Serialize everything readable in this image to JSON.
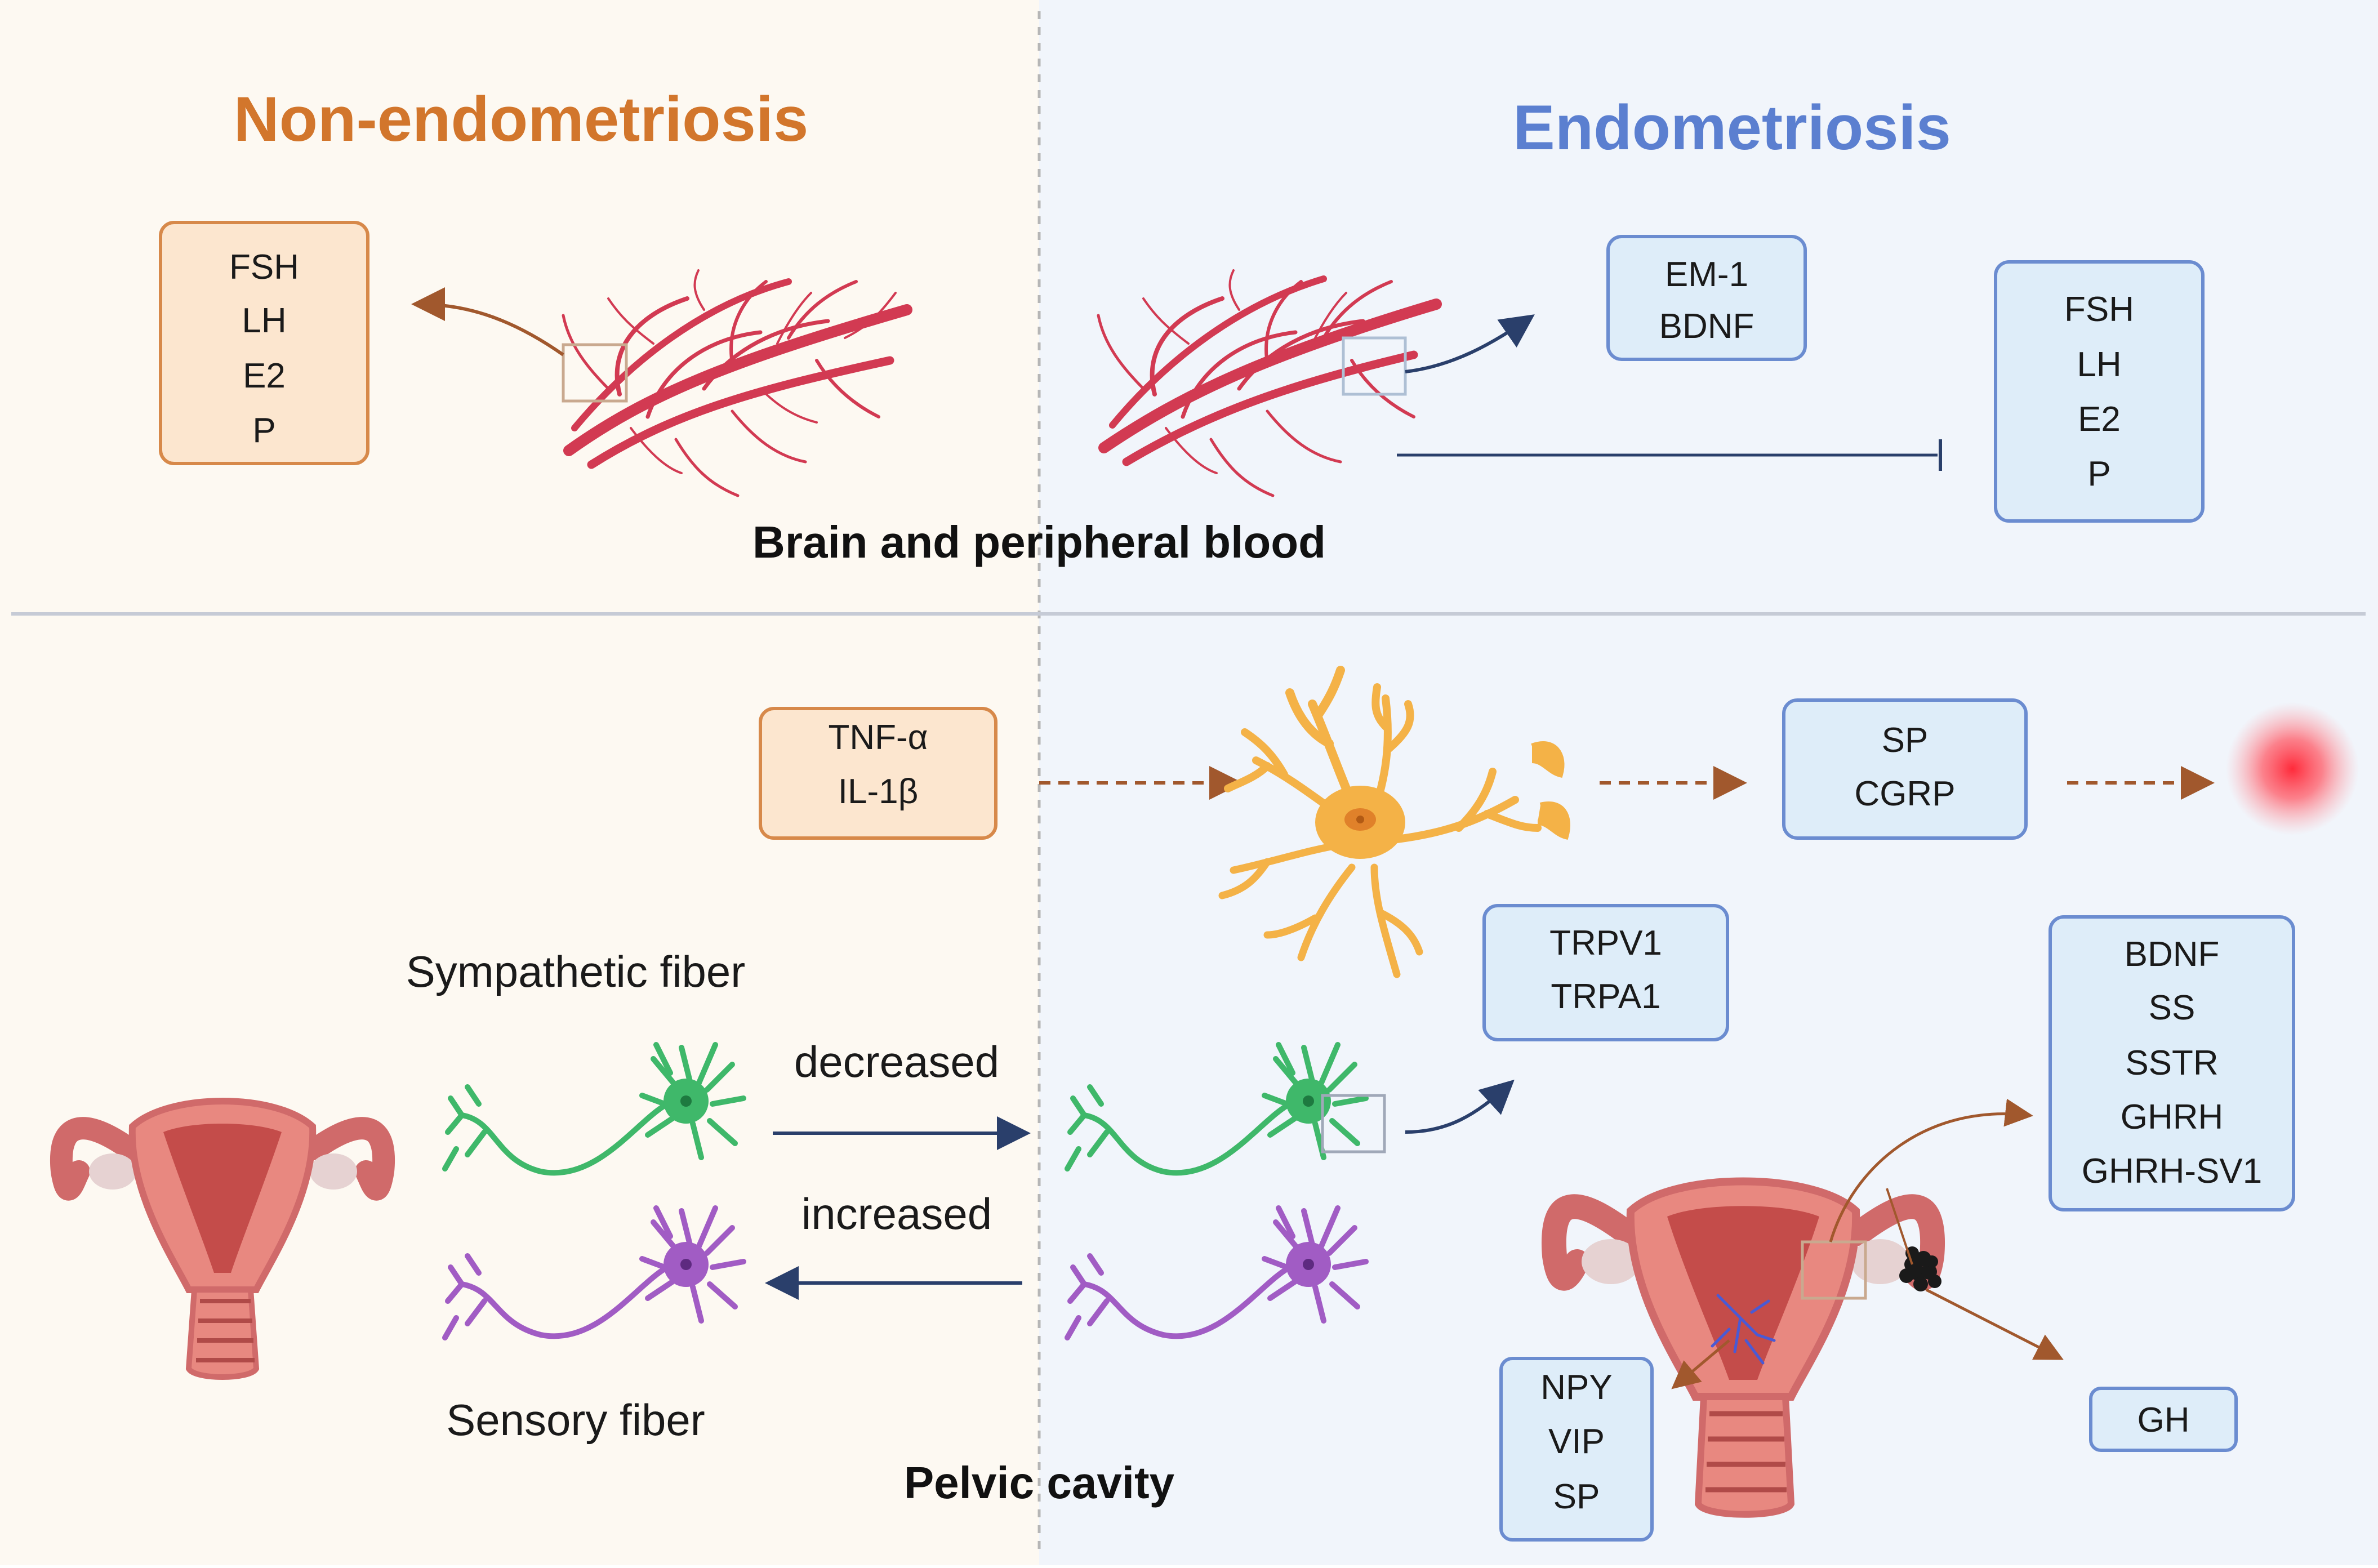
{
  "headings": {
    "non_endometriosis": "Non-endometriosis",
    "endometriosis": "Endometriosis"
  },
  "sections": {
    "brain_blood": "Brain and peripheral blood",
    "pelvic": "Pelvic cavity"
  },
  "boxes": {
    "non_hormones": [
      "FSH",
      "LH",
      "E2",
      "P"
    ],
    "em1_bdnf": [
      "EM-1",
      "BDNF"
    ],
    "endo_hormones": [
      "FSH",
      "LH",
      "E2",
      "P"
    ],
    "cytokines": [
      "TNF-α",
      "IL-1β"
    ],
    "sp_cgrp": [
      "SP",
      "CGRP"
    ],
    "trp": [
      "TRPV1",
      "TRPA1"
    ],
    "bdnf_group": [
      "BDNF",
      "SS",
      "SSTR",
      "GHRH",
      "GHRH-SV1"
    ],
    "npy_group": [
      "NPY",
      "VIP",
      "SP"
    ],
    "gh": [
      "GH"
    ]
  },
  "labels": {
    "sympathetic": "Sympathetic fiber",
    "sensory": "Sensory fiber",
    "decreased": "decreased",
    "increased": "increased"
  },
  "colors": {
    "orange_heading": "#d2762c",
    "blue_heading": "#5b7fd0",
    "left_bg": "#fdf9f2",
    "right_bg": "#f1f5fb",
    "orange_box_fill": "#fce6cf",
    "orange_box_stroke": "#d7894a",
    "blue_box_fill": "#deedf9",
    "blue_box_stroke": "#6b8cd0",
    "vessel": "#d23a52",
    "sympathetic_neuron": "#3fb86a",
    "sensory_neuron": "#a15cc4",
    "glia": "#f4b247",
    "navy_arrow": "#2a3f6b",
    "brown_arrow": "#a1582d"
  }
}
